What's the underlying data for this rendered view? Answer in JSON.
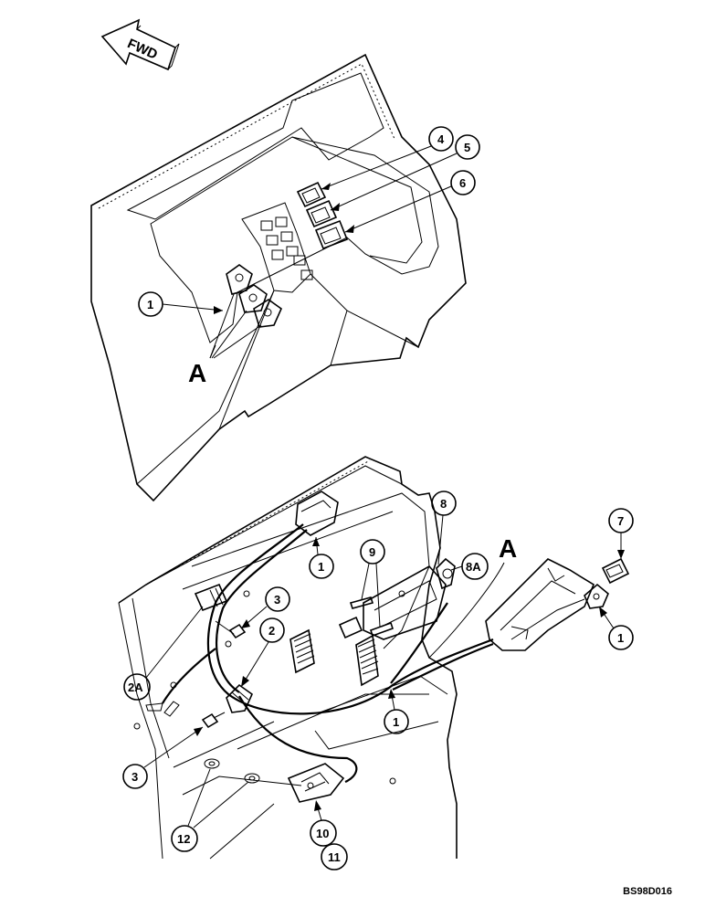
{
  "fwd_label": "FWD",
  "group_label_a": "A",
  "callouts": {
    "c1": "1",
    "c2": "2",
    "c2a": "2A",
    "c3": "3",
    "c4": "4",
    "c5": "5",
    "c6": "6",
    "c7": "7",
    "c8": "8",
    "c8a": "8A",
    "c9": "9",
    "c10": "10",
    "c11": "11",
    "c12": "12"
  },
  "reference_code": "BS98D016"
}
